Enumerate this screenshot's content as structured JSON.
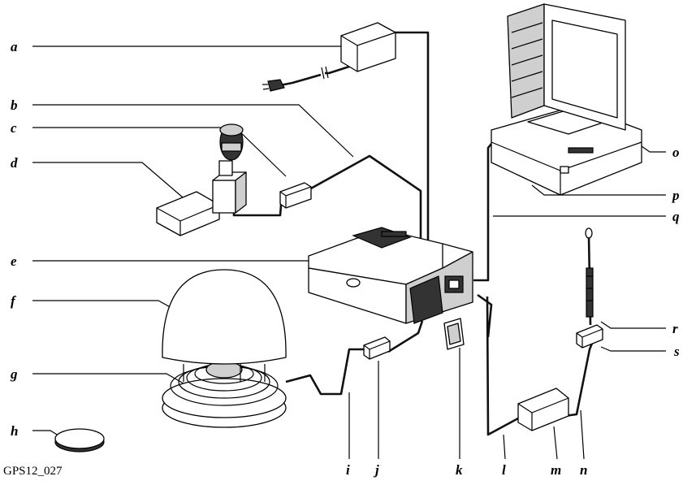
{
  "caption": "GPS12_027",
  "labels": {
    "a": "a",
    "b": "b",
    "c": "c",
    "d": "d",
    "e": "e",
    "f": "f",
    "g": "g",
    "h": "h",
    "i": "i",
    "j": "j",
    "k": "k",
    "l": "l",
    "m": "m",
    "n": "n",
    "o": "o",
    "p": "p",
    "q": "q",
    "r": "r",
    "s": "s"
  }
}
